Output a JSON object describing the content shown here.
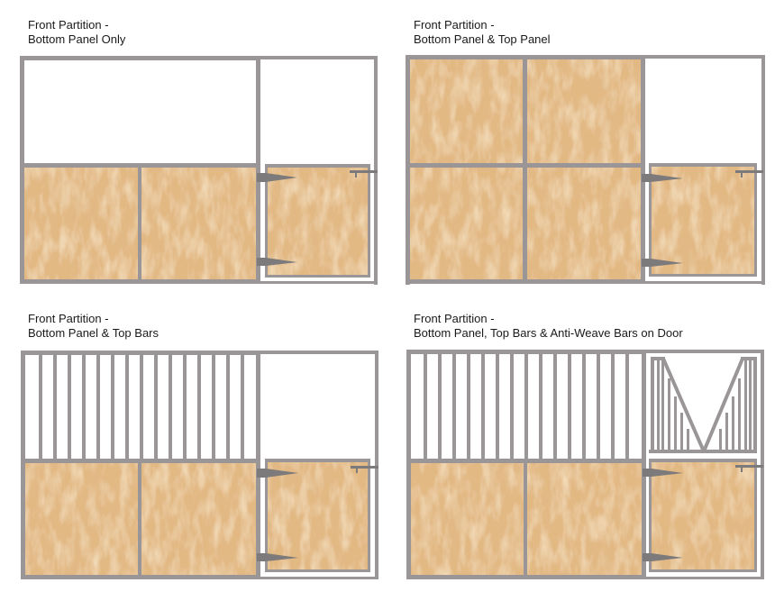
{
  "colors": {
    "frame": "#9a9596",
    "hinge": "#7d7a7b",
    "osb_base": "#e2b883",
    "osb_light": "#f0d2a6",
    "osb_dark": "#c98a4a",
    "background": "#ffffff"
  },
  "panels": [
    {
      "id": "bottom-panel-only",
      "caption_line1": "Front Partition -",
      "caption_line2": "Bottom Panel Only",
      "top_fill": "open",
      "door_top": "open"
    },
    {
      "id": "bottom-and-top-panel",
      "caption_line1": "Front Partition -",
      "caption_line2": "Bottom Panel & Top Panel",
      "top_fill": "panel",
      "door_top": "open"
    },
    {
      "id": "bottom-panel-top-bars",
      "caption_line1": "Front Partition -",
      "caption_line2": "Bottom Panel & Top Bars",
      "top_fill": "bars",
      "top_bar_count": 15,
      "door_top": "open"
    },
    {
      "id": "bottom-panel-top-bars-anti-weave",
      "caption_line1": "Front Partition -",
      "caption_line2": "Bottom Panel, Top Bars & Anti-Weave Bars on Door",
      "top_fill": "bars",
      "top_bar_count": 15,
      "door_top": "anti-weave"
    }
  ]
}
